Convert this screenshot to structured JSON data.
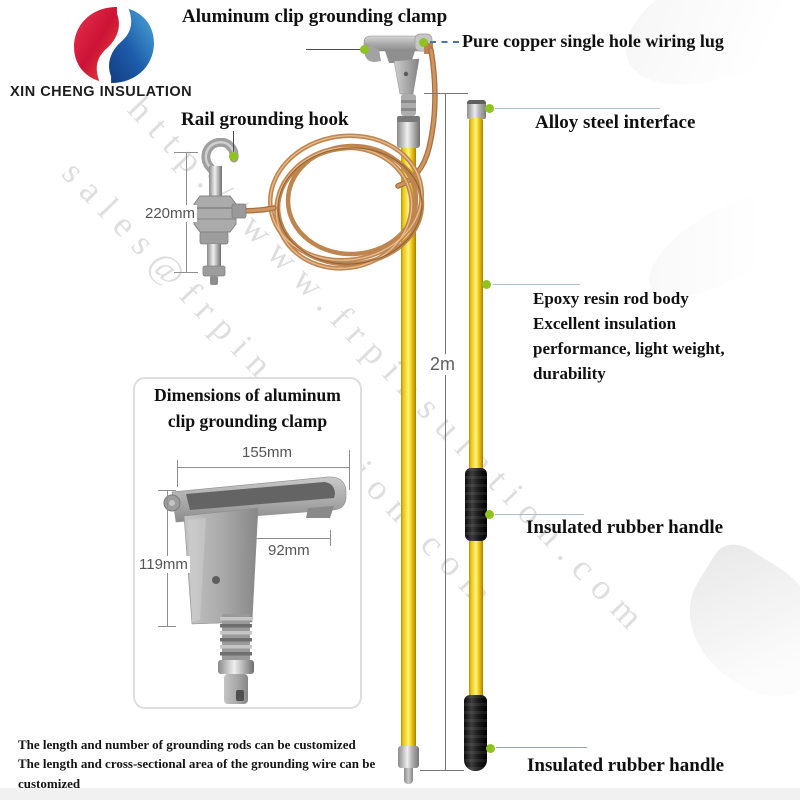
{
  "brand": {
    "name": "XIN CHENG INSULATION"
  },
  "watermark": {
    "url": "http://www.frpinsulation.com",
    "email": "sales@frpinsulation.com"
  },
  "callouts": {
    "clamp": "Aluminum clip grounding clamp",
    "lug": "Pure copper single hole wiring lug",
    "hook": "Rail grounding hook",
    "interface": "Alloy steel interface",
    "rod_body": {
      "lines": [
        "Epoxy resin rod body",
        "Excellent insulation",
        "performance, light weight,",
        "durability"
      ]
    },
    "handle_mid": "Insulated rubber handle",
    "handle_bottom": "Insulated rubber handle"
  },
  "dimensions": {
    "hook_length": "220mm",
    "rod_length": "2m",
    "clamp_width": "155mm",
    "clamp_opening": "92mm",
    "clamp_height": "119mm"
  },
  "inset": {
    "title_line1": "Dimensions of aluminum",
    "title_line2": "clip grounding clamp"
  },
  "notes": {
    "line1": "The length and number of grounding rods can be customized",
    "line2": "The length and cross-sectional area of the grounding wire can be customized"
  },
  "colors": {
    "accent_green": "#8fc31f",
    "rod_yellow": "#f2d41c",
    "copper": "#c08a55",
    "leader_dash_blue": "#4a72c4",
    "logo_red": "#cc1236",
    "logo_blue": "#1d5cab"
  }
}
